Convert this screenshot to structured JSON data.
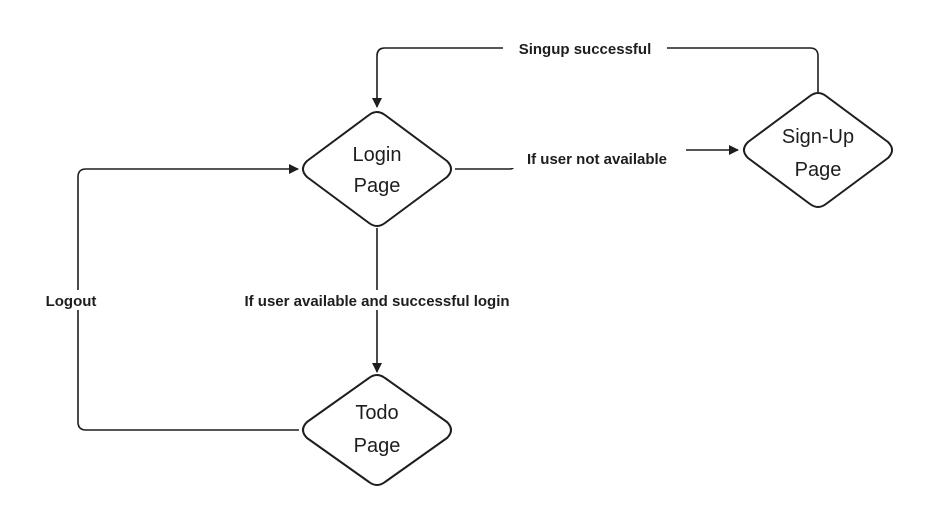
{
  "nodes": {
    "login": {
      "line1": "Login",
      "line2": "Page"
    },
    "signup": {
      "line1": "Sign-Up",
      "line2": "Page"
    },
    "todo": {
      "line1": "Todo",
      "line2": "Page"
    }
  },
  "edges": {
    "signup_to_login": "Singup successful",
    "login_to_signup": "If user not available",
    "login_to_todo": "If user available and successful login",
    "todo_to_login": "Logout"
  },
  "colors": {
    "stroke": "#1e1e1e",
    "background": "#ffffff"
  }
}
